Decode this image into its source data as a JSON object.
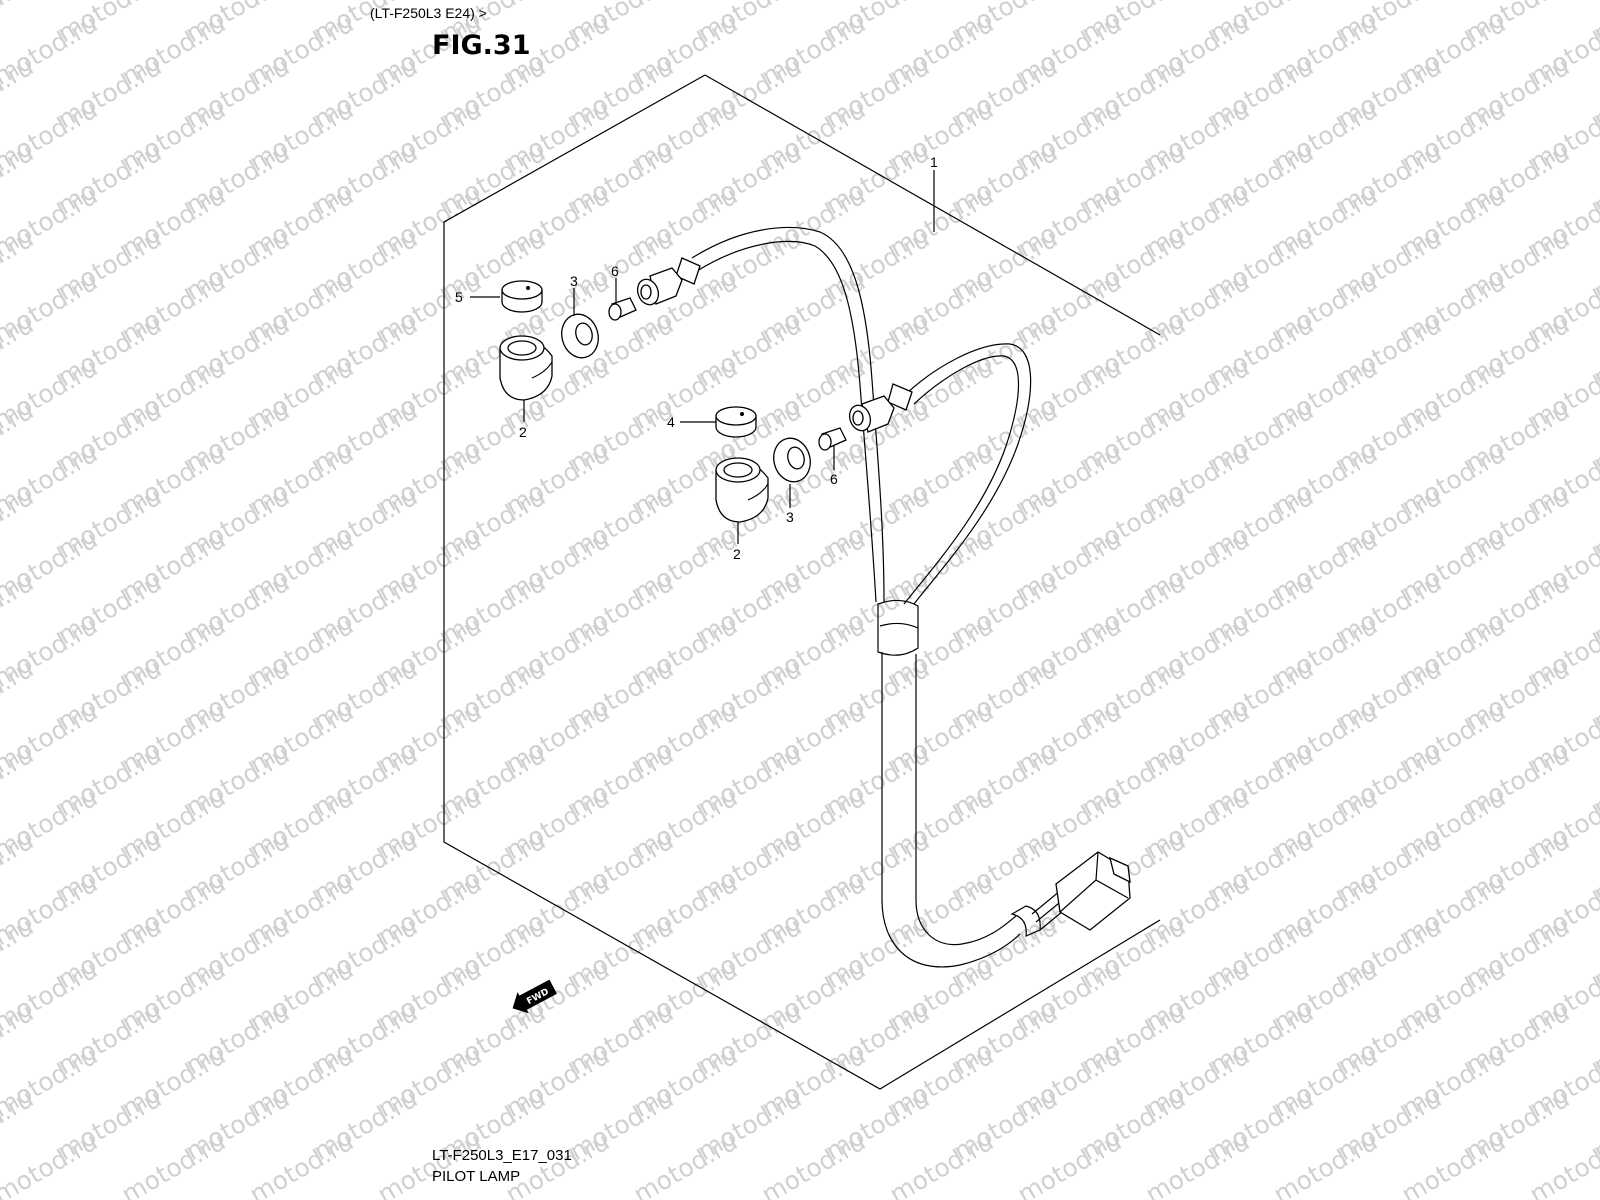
{
  "header": {
    "model_ref": "(LT-F250L3 E24) >",
    "fig_label": "FIG.31"
  },
  "footer": {
    "code": "LT-F250L3_E17_031",
    "title": "PILOT LAMP"
  },
  "watermark": {
    "text": "motod.ru"
  },
  "direction_badge": {
    "text": "FWD"
  },
  "callouts": [
    {
      "id": "c1",
      "label": "1"
    },
    {
      "id": "c5",
      "label": "5"
    },
    {
      "id": "c3a",
      "label": "3"
    },
    {
      "id": "c6a",
      "label": "6"
    },
    {
      "id": "c2a",
      "label": "2"
    },
    {
      "id": "c4",
      "label": "4"
    },
    {
      "id": "c6b",
      "label": "6"
    },
    {
      "id": "c3b",
      "label": "3"
    },
    {
      "id": "c2b",
      "label": "2"
    }
  ]
}
